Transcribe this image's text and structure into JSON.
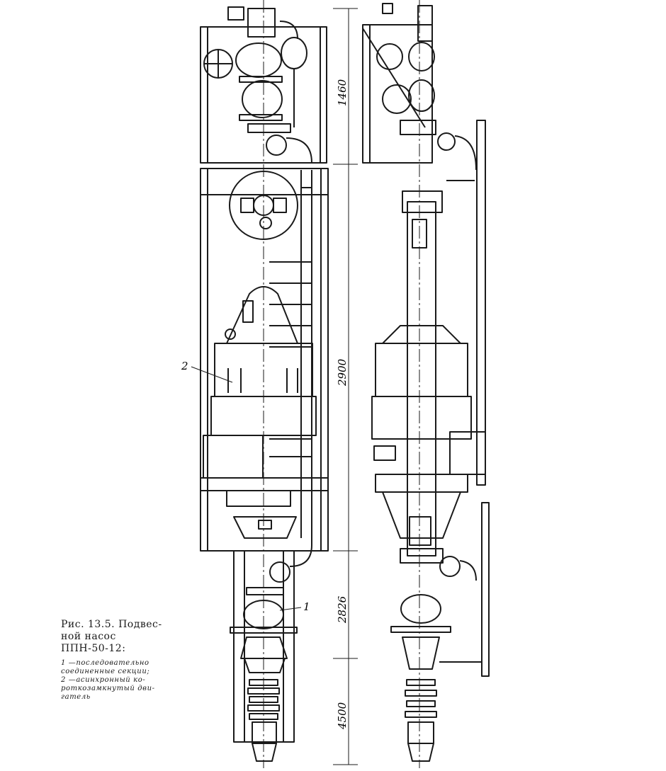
{
  "figure": {
    "caption_title_lines": [
      "Рис. 13.5. Подвес-",
      "ной насос",
      "ППН-50-12:"
    ],
    "legend_lines": [
      "1 —последовательно",
      "соединенные секции;",
      "2 —асинхронный ко-",
      "роткозамкнутый дви-",
      "гатель"
    ],
    "callouts": {
      "sections": "1",
      "motor": "2"
    },
    "dimensions": {
      "top": "1460",
      "motor_section": "2900",
      "pump_section": "2826",
      "bottom": "4500"
    }
  },
  "colors": {
    "ink": "#1a1a1a",
    "paper": "#ffffff"
  }
}
